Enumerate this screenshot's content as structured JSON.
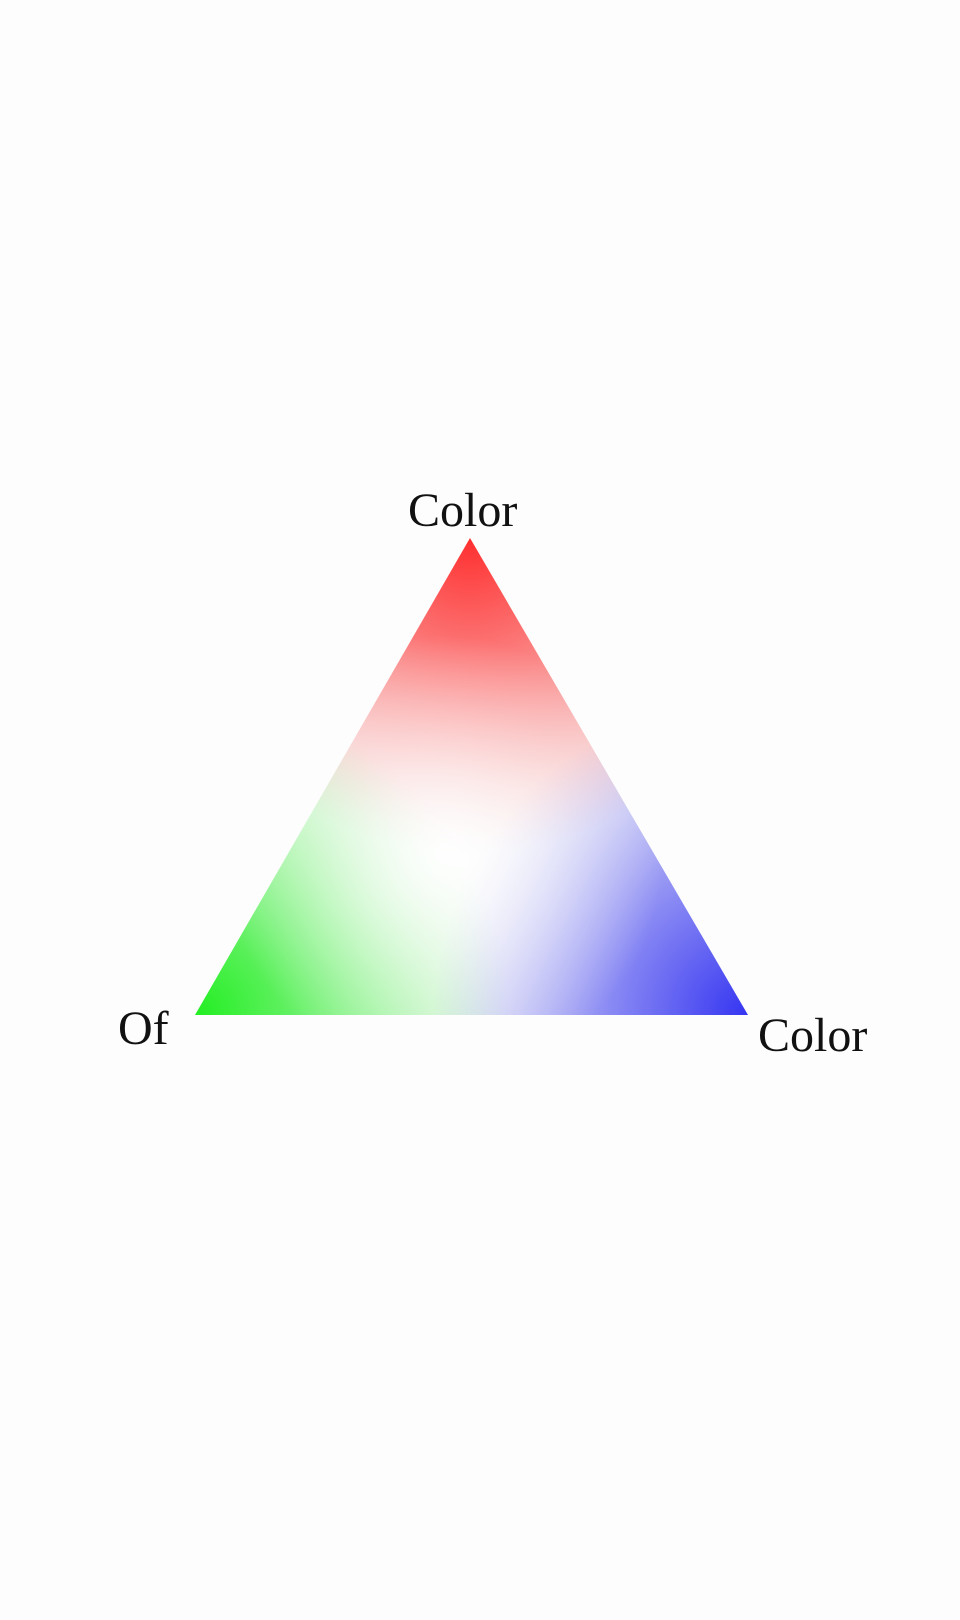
{
  "labels": {
    "top": "Color",
    "left": "Of",
    "right": "Color"
  },
  "colors": {
    "top_vertex": "#ff3030",
    "left_vertex": "#22ee22",
    "right_vertex": "#3535f2",
    "center": "#ffffff",
    "background": "#fdfdfd"
  }
}
